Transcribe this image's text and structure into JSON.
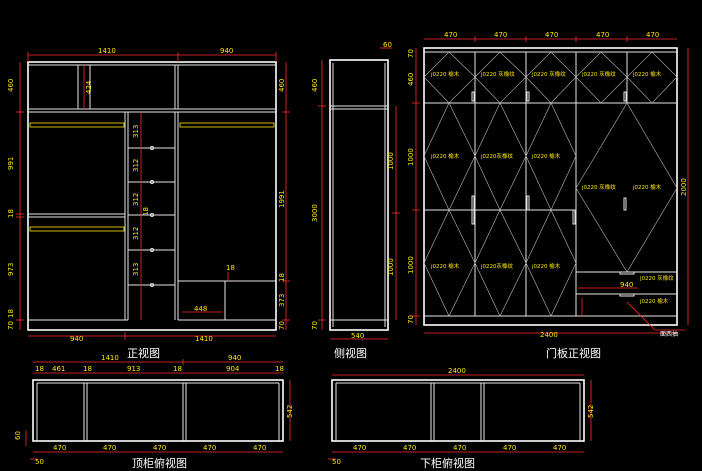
{
  "titles": {
    "front": "正视图",
    "side": "侧视图",
    "door": "门板正视图",
    "top": "顶柜俯视图",
    "bottom": "下柜俯视图"
  },
  "front_dims": {
    "top_left": "1410",
    "top_right": "940",
    "bottom_left": "940",
    "bottom_right": "1410",
    "left_460": "460",
    "left_991": "991",
    "left_18": "18",
    "left_973": "973",
    "left_18b": "18",
    "left_70": "70",
    "inner_424": "424",
    "right_460": "460",
    "right_1991": "1991",
    "right_18": "18",
    "right_373": "373",
    "right_70": "70",
    "shelf_313": "313",
    "shelf_312a": "312",
    "shelf_18a": "18",
    "shelf_312b": "312",
    "shelf_312c": "312",
    "shelf_313b": "313",
    "drawer_18": "18",
    "drawer_448": "448"
  },
  "side_dims": {
    "top": "60",
    "h_460": "460",
    "h_3000": "3000",
    "h_1000a": "1000",
    "h_1000b": "1000",
    "h_70": "70",
    "bottom": "540"
  },
  "door_dims": {
    "top": [
      "470",
      "470",
      "470",
      "470",
      "470"
    ],
    "left_70a": "70",
    "left_460": "460",
    "left_1000a": "1000",
    "left_1000b": "1000",
    "left_70b": "70",
    "right_2000": "2000",
    "bottom": "2400",
    "drawer_width": "940",
    "callout": "面西抽"
  },
  "door_labels": {
    "top_row": [
      "j0220 榆木",
      "j0220 灰橡纹",
      "j0220 灰橡纹",
      "j0220 灰橡纹",
      "j0220 榆木"
    ],
    "upper": [
      "j0220 榆木",
      "j0220灰橡纹",
      "j0220 榆木"
    ],
    "right_pair": [
      "j0220 灰橡纹",
      "j0220 榆木"
    ],
    "lower": [
      "j0220 榆木",
      "j0220灰橡纹",
      "j0220 榆木"
    ],
    "drawers": [
      "j0220 灰橡纹",
      "j0220 榆木"
    ]
  },
  "top_view_dims": {
    "top_1410": "1410",
    "top_940": "940",
    "seg_18a": "18",
    "seg_461": "461",
    "seg_18b": "18",
    "seg_913": "913",
    "seg_18c": "18",
    "seg_904": "904",
    "seg_18d": "18",
    "right_542": "542",
    "left_60": "60",
    "bottom": [
      "470",
      "470",
      "470",
      "470",
      "470"
    ],
    "bottom_50": "50"
  },
  "bottom_view_dims": {
    "top_2400": "2400",
    "right_542": "542",
    "bottom": [
      "470",
      "470",
      "470",
      "470",
      "470"
    ],
    "bottom_50": "50"
  }
}
